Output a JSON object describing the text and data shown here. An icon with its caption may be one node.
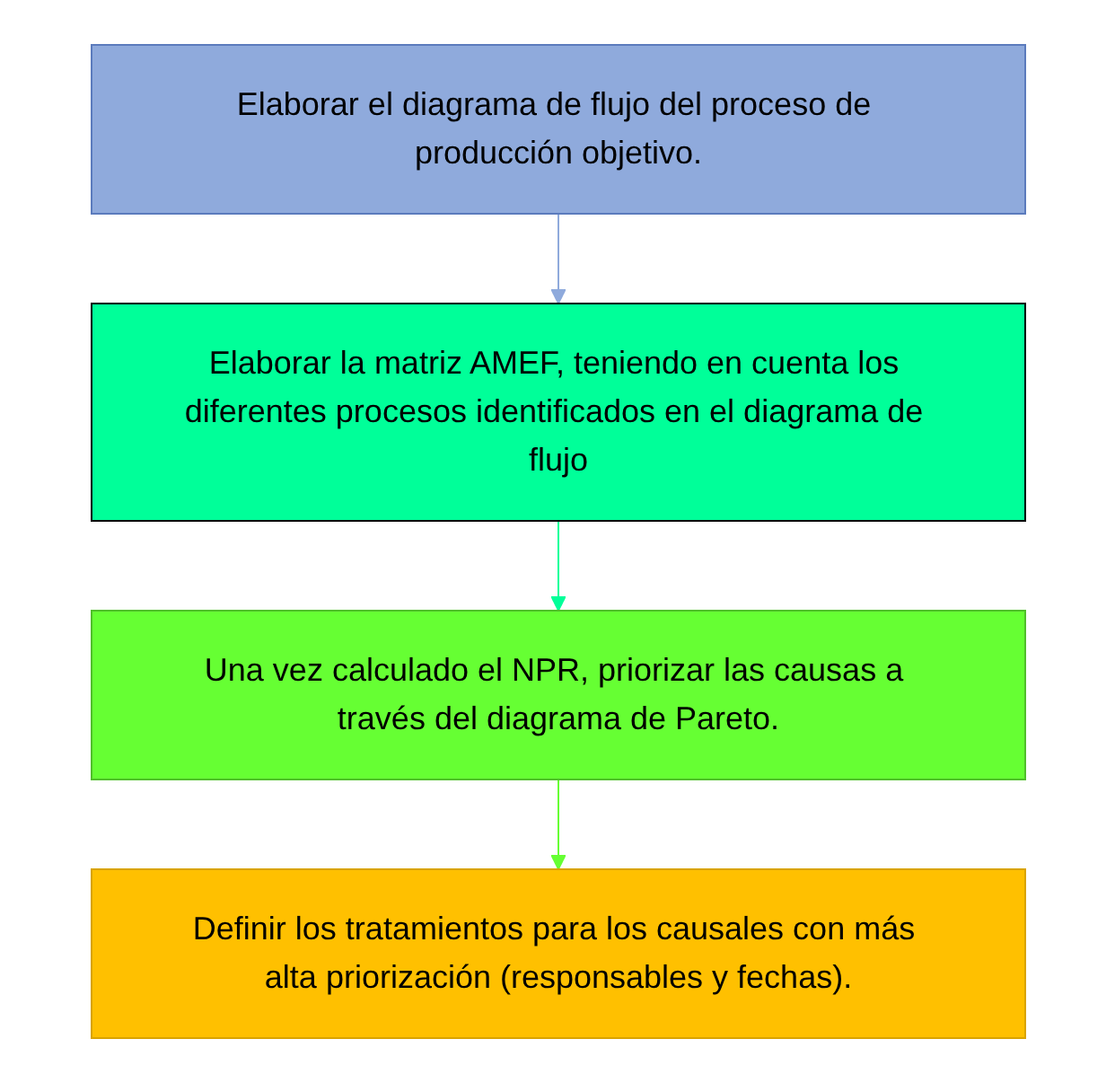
{
  "diagram": {
    "nodes": [
      {
        "text": [
          "Elaborar el diagrama de flujo del proceso de producción objetivo."
        ]
      },
      {
        "text": [
          "Elaborar la matriz AMEF, teniendo en cuenta los diferentes procesos identificados en el diagrama de flujo"
        ]
      },
      {
        "text": [
          "Una vez calculado el NPR, priorizar las causas a través del diagrama de Pareto."
        ]
      },
      {
        "text": [
          "Definir los tratamientos para los causales con más alta priorización (responsables y fechas)."
        ]
      }
    ],
    "edges": [
      {
        "from": 0,
        "to": 1,
        "arrow": "to",
        "color": "#8faadc"
      },
      {
        "from": 1,
        "to": 2,
        "arrow": "to",
        "color": "#00ff99"
      },
      {
        "from": 2,
        "to": 3,
        "arrow": "to",
        "color": "#66ff33"
      }
    ]
  }
}
